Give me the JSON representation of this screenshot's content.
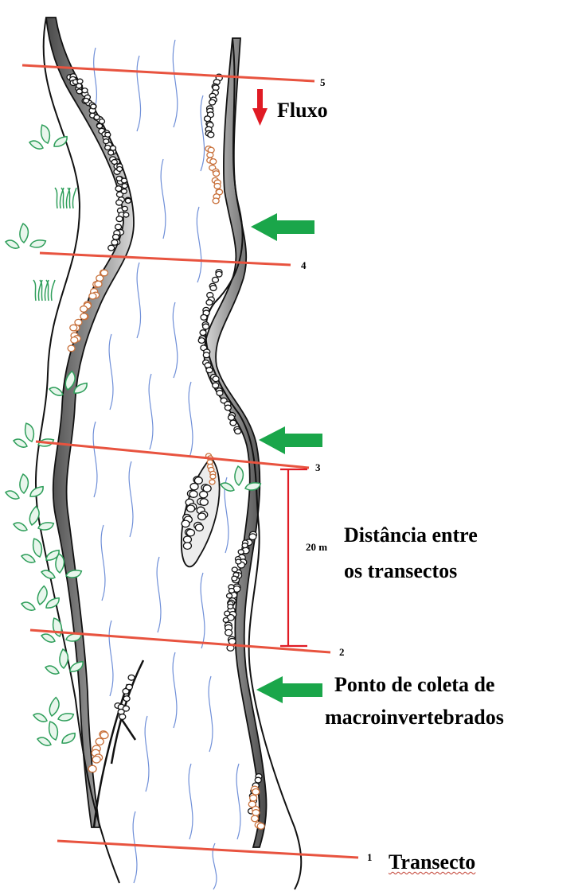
{
  "labels": {
    "flow": "Fluxo",
    "distance_value": "20 m",
    "distance_text_line1": "Distância entre",
    "distance_text_line2": "os transectos",
    "collection_line1": "Ponto de coleta de",
    "collection_line2": "macroinvertebrados",
    "transect": "Transecto"
  },
  "transects": [
    {
      "number": "1"
    },
    {
      "number": "2"
    },
    {
      "number": "3"
    },
    {
      "number": "4"
    },
    {
      "number": "5"
    }
  ],
  "colors": {
    "transect_line": "#e8533f",
    "flow_arrow": "#e01b24",
    "collection_arrow": "#1aa64a",
    "water_lines": "#6f8fd8",
    "vegetation": "#2e9e5a",
    "orange_stones": "#c8703a",
    "bank_shading": "#8a8a8a",
    "outline": "#111111"
  },
  "icons": [
    "flow-arrow-icon",
    "collection-arrow-icon",
    "plant-icon",
    "stone-icon"
  ]
}
